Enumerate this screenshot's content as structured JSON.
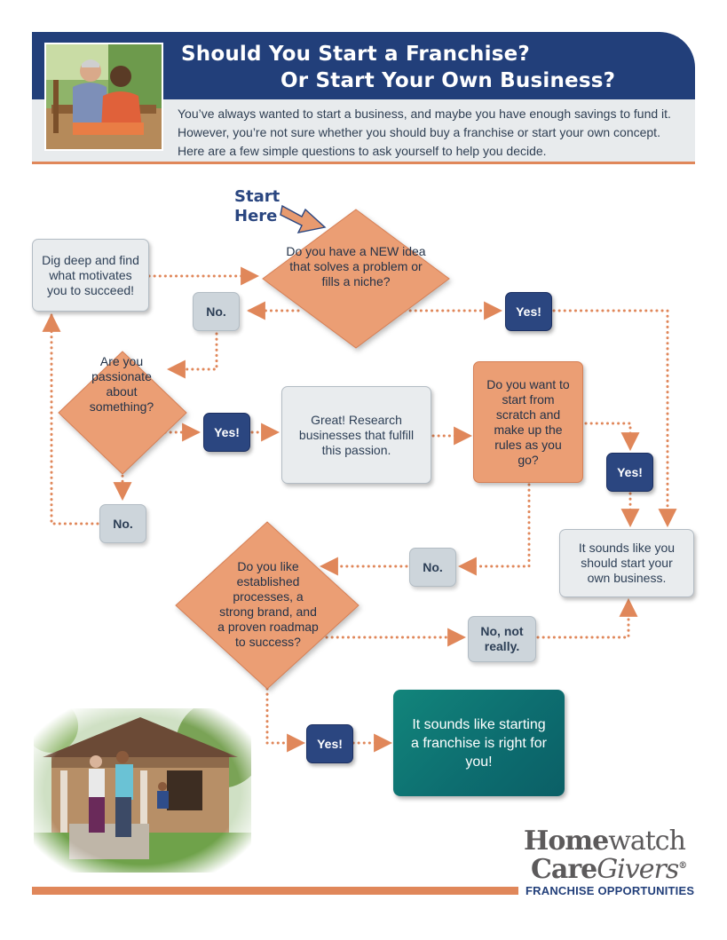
{
  "header": {
    "title_line1": "Should You Start a Franchise?",
    "title_line2": "Or Start Your Own Business?",
    "intro": "You’ve always wanted to start a business, and maybe you have enough savings to fund it. However, you’re not sure whether you should buy a franchise or start your own concept. Here are a few simple questions to ask yourself to help you decide."
  },
  "start_label": {
    "line1": "Start",
    "line2": "Here"
  },
  "nodes": {
    "q_new_idea": "Do you have a NEW idea that solves a problem or fills a niche?",
    "dig_deep": "Dig deep and find what motivates you to succeed!",
    "no_1": "No.",
    "yes_1": "Yes!",
    "q_passionate": "Are you passionate about something?",
    "yes_2": "Yes!",
    "research": "Great! Research businesses that fulfill this passion.",
    "q_from_scratch": "Do you want to start from scratch and make up the rules as you go?",
    "yes_3": "Yes!",
    "no_2": "No.",
    "no_3": "No.",
    "own_business": "It sounds like you should start your own business.",
    "q_established": "Do you like established processes, a strong brand, and a proven roadmap to success?",
    "no_not_really": "No, not really.",
    "yes_4": "Yes!",
    "franchise": "It sounds like starting a franchise is right for you!"
  },
  "logo": {
    "line1_bold": "Home",
    "line1_light": "watch",
    "line2_bold": "Care",
    "line2_light": "Givers",
    "registered": "®",
    "tagline": "FRANCHISE OPPORTUNITIES"
  },
  "colors": {
    "navy": "#223f7a",
    "orange_connector": "#e0875a",
    "diamond": "#eb9e74",
    "teal": "#0d6e70",
    "gray_box": "#e9ecee"
  }
}
